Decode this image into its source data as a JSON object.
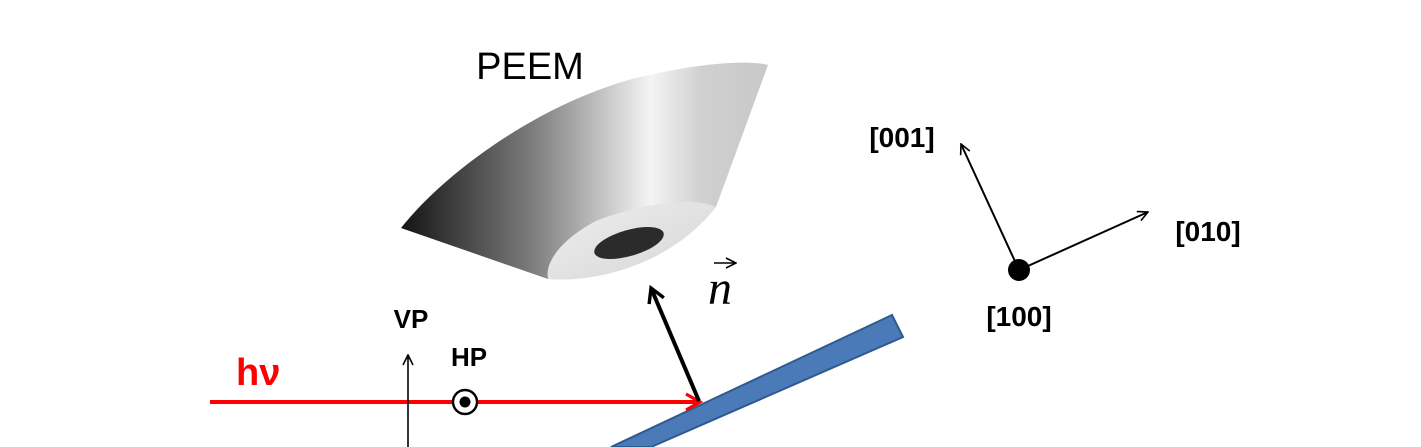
{
  "labels": {
    "peem": "PEEM",
    "normal_vector": "n",
    "vp": "VP",
    "hp": "HP",
    "photon": "hν",
    "axis_001": "[001]",
    "axis_010": "[010]",
    "axis_100": "[100]"
  },
  "colors": {
    "beam": "#ff0000",
    "sample_fill": "#4a7ab8",
    "sample_stroke": "#2f5a8f",
    "ink": "#000000"
  }
}
